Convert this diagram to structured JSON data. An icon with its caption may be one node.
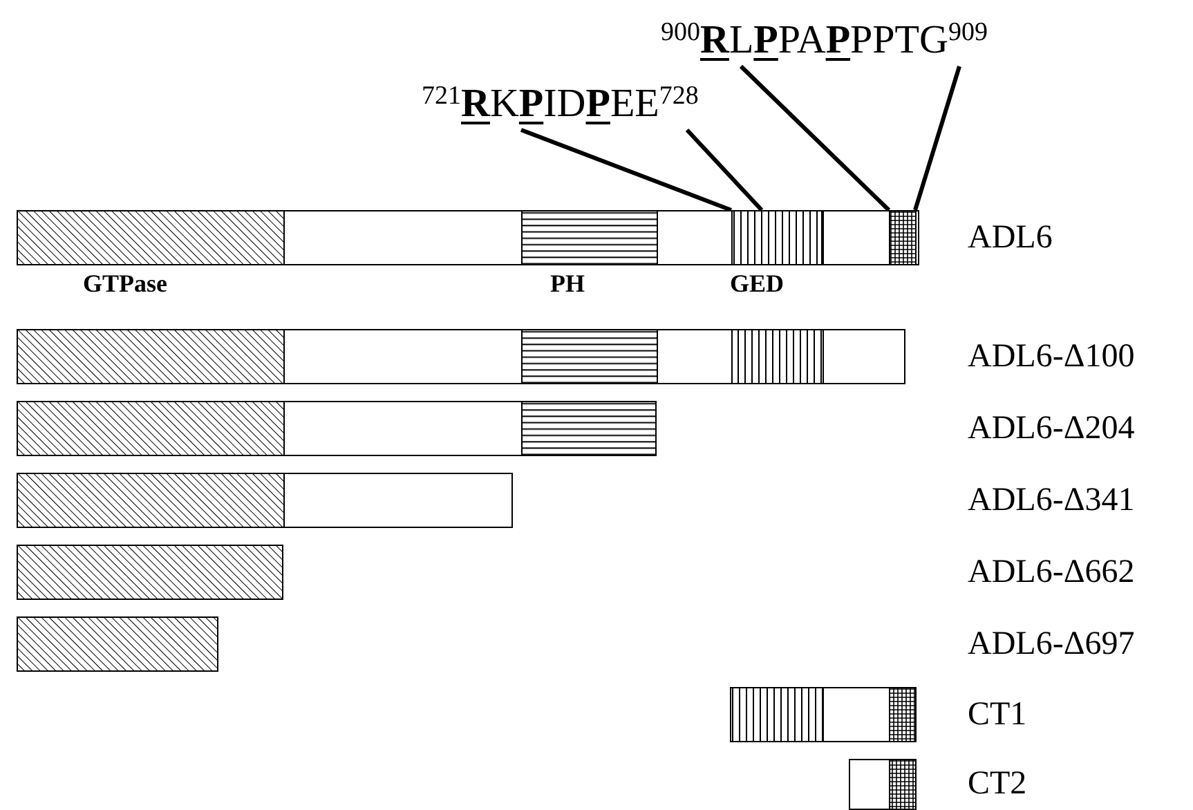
{
  "diagram": {
    "nodes": [
      {
        "text": [
          "$^{721}$**R**K**P**ID**P**EE$^{728}$"
        ]
      },
      {
        "text": [
          "$^{900}$**R**L**P**PA**P**PPTG$^{909}$"
        ]
      },
      {
        "text": [],
        "shape": "bar"
      },
      {
        "text": [],
        "shape": "box",
        "in": 2
      },
      {
        "text": [],
        "shape": "box",
        "in": 2
      },
      {
        "text": [],
        "shape": "bar"
      },
      {
        "text": [],
        "shape": "bar"
      },
      {
        "text": [],
        "shape": "bar"
      },
      {
        "text": [],
        "shape": "bar"
      },
      {
        "text": [],
        "shape": "bar"
      },
      {
        "text": [],
        "shape": "bar"
      },
      {
        "text": [],
        "shape": "bar"
      }
    ],
    "edges": [
      {
        "from": 0,
        "to": 3,
        "arrow": "none"
      },
      {
        "from": 0,
        "to": 3,
        "arrow": "none"
      },
      {
        "from": 1,
        "to": 4,
        "arrow": "none"
      },
      {
        "from": 1,
        "to": 4,
        "arrow": "none"
      }
    ],
    "labels": [
      "ADL6",
      "GTPase",
      "PH",
      "GED",
      "ADL6-Δ100",
      "ADL6-Δ204",
      "ADL6-Δ341",
      "ADL6-Δ662",
      "ADL6-Δ697",
      "CT1",
      "CT2"
    ]
  }
}
